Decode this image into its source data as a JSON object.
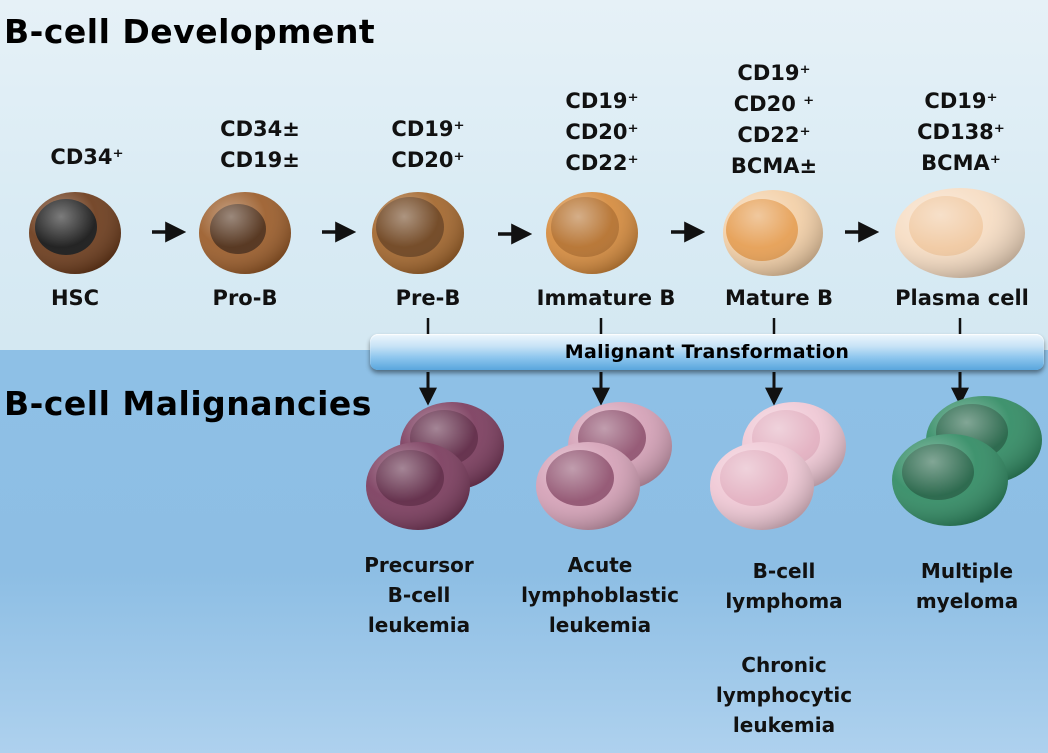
{
  "titles": {
    "development": "B-cell Development",
    "malignancies": "B-cell Malignancies"
  },
  "stages": [
    {
      "name": "HSC",
      "markers": [
        "CD34⁺"
      ],
      "cell_color": "#6b3a1a",
      "nucleus_color": "#111111"
    },
    {
      "name": "Pro-B",
      "markers": [
        "CD34±",
        "CD19±"
      ],
      "cell_color": "#9a5b28",
      "nucleus_color": "#4a2810"
    },
    {
      "name": "Pre-B",
      "markers": [
        "CD19⁺",
        "CD20⁺"
      ],
      "cell_color": "#a2652b",
      "nucleus_color": "#6a3e18"
    },
    {
      "name": "Immature B",
      "markers": [
        "CD19⁺",
        "CD20⁺",
        "CD22⁺"
      ],
      "cell_color": "#d58a3c",
      "nucleus_color": "#b36d28"
    },
    {
      "name": "Mature B",
      "markers": [
        "CD19⁺",
        "CD20 ⁺",
        "CD22⁺",
        "BCMA±"
      ],
      "cell_color": "#efb77a",
      "nucleus_color": "#e59c4f"
    },
    {
      "name": "Plasma cell",
      "markers": [
        "CD19⁺",
        "CD138⁺",
        "BCMA⁺"
      ],
      "cell_color": "#f6dcc2",
      "nucleus_color": "#f0c79e"
    }
  ],
  "transformation": {
    "label": "Malignant Transformation"
  },
  "malignancies": [
    {
      "lines": [
        "Precursor",
        "B-cell",
        "leukemia"
      ],
      "cell_color": "#7a3a5c"
    },
    {
      "lines": [
        "Acute",
        "lymphoblastic",
        "leukemia"
      ],
      "cell_color": "#b4728f"
    },
    {
      "lines": [
        "B-cell",
        "lymphoma"
      ],
      "extra_lines": [
        "Chronic",
        "lymphocytic",
        "leukemia"
      ],
      "cell_color": "#e9b8c8"
    },
    {
      "lines": [
        "Multiple",
        "myeloma"
      ],
      "cell_color": "#2f8a62"
    }
  ]
}
